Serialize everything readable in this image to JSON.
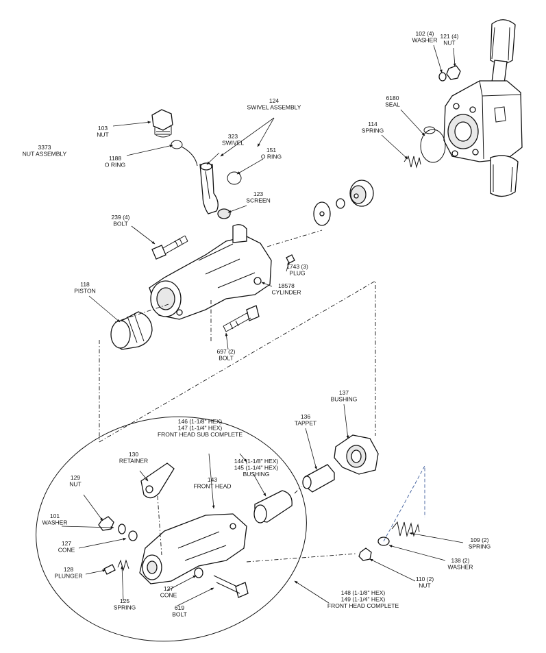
{
  "labels": [
    {
      "id": "121",
      "lines": [
        "121 (4)",
        "NUT"
      ]
    },
    {
      "id": "102",
      "lines": [
        "102 (4)",
        "WASHER"
      ]
    },
    {
      "id": "6180",
      "lines": [
        "6180",
        "SEAL"
      ]
    },
    {
      "id": "114",
      "lines": [
        "114",
        "SPRING"
      ]
    },
    {
      "id": "124",
      "lines": [
        "124",
        "SWIVEL ASSEMBLY"
      ]
    },
    {
      "id": "323",
      "lines": [
        "323",
        "SWIVEL"
      ]
    },
    {
      "id": "151",
      "lines": [
        "151",
        "O RING"
      ]
    },
    {
      "id": "103",
      "lines": [
        "103",
        "NUT"
      ]
    },
    {
      "id": "1188",
      "lines": [
        "1188",
        "O RING"
      ]
    },
    {
      "id": "3373",
      "lines": [
        "3373",
        "NUT ASSEMBLY"
      ]
    },
    {
      "id": "123",
      "lines": [
        "123",
        "SCREEN"
      ]
    },
    {
      "id": "239",
      "lines": [
        "239 (4)",
        "BOLT"
      ]
    },
    {
      "id": "1743",
      "lines": [
        "1743 (3)",
        "PLUG"
      ]
    },
    {
      "id": "18578",
      "lines": [
        "18578",
        "CYLINDER"
      ]
    },
    {
      "id": "118",
      "lines": [
        "118",
        "PISTON"
      ]
    },
    {
      "id": "697",
      "lines": [
        "697 (2)",
        "BOLT"
      ]
    },
    {
      "id": "137",
      "lines": [
        "137",
        "BUSHING"
      ]
    },
    {
      "id": "136",
      "lines": [
        "136",
        "TAPPET"
      ]
    },
    {
      "id": "146",
      "lines": [
        "146 (1-1/8\" HEX)",
        "147 (1-1/4\" HEX)",
        "FRONT HEAD SUB COMPLETE"
      ]
    },
    {
      "id": "130",
      "lines": [
        "130",
        "RETAINER"
      ]
    },
    {
      "id": "144",
      "lines": [
        "144 (1-1/8\" HEX)",
        "145 (1-1/4\" HEX)",
        "BUSHING"
      ]
    },
    {
      "id": "129",
      "lines": [
        "129",
        "NUT"
      ]
    },
    {
      "id": "143",
      "lines": [
        "143",
        "FRONT HEAD"
      ]
    },
    {
      "id": "101",
      "lines": [
        "101",
        "WASHER"
      ]
    },
    {
      "id": "127a",
      "lines": [
        "127",
        "CONE"
      ]
    },
    {
      "id": "109",
      "lines": [
        "109 (2)",
        "SPRING"
      ]
    },
    {
      "id": "138",
      "lines": [
        "138 (2)",
        "WASHER"
      ]
    },
    {
      "id": "128",
      "lines": [
        "128",
        "PLUNGER"
      ]
    },
    {
      "id": "125",
      "lines": [
        "125",
        "SPRING"
      ]
    },
    {
      "id": "127b",
      "lines": [
        "127",
        "CONE"
      ]
    },
    {
      "id": "110",
      "lines": [
        "110 (2)",
        "NUT"
      ]
    },
    {
      "id": "619",
      "lines": [
        "619",
        "BOLT"
      ]
    },
    {
      "id": "148",
      "lines": [
        "148 (1-1/8\" HEX)",
        "149 (1-1/4\" HEX)",
        "FRONT HEAD COMPLETE"
      ]
    }
  ]
}
